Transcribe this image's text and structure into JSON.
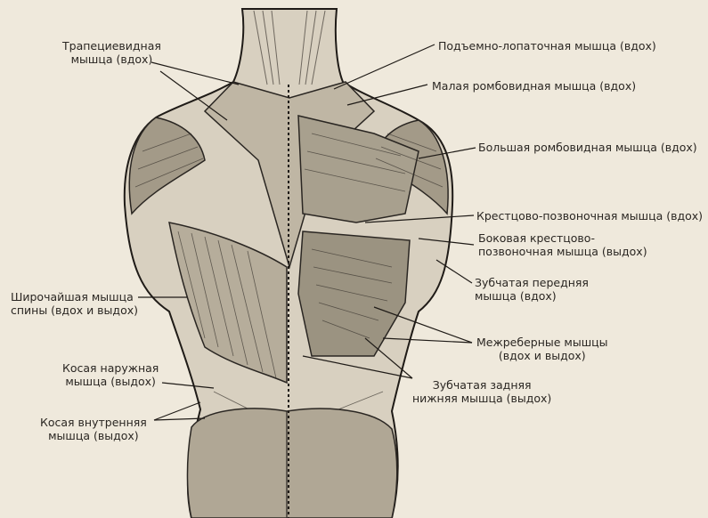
{
  "labels": {
    "trapezius": {
      "line1": "Трапециевидная",
      "line2": "мышца (вдох)"
    },
    "levator_scapulae": "Подъемно-лопаточная мышца (вдох)",
    "rhomboid_minor": "Малая ромбовидная мышца (вдох)",
    "rhomboid_major": "Большая ромбовидная мышца (вдох)",
    "erector_spinae": "Крестцово-позвоночная мышца (вдох)",
    "lateral_erector": {
      "line1": "Боковая крестцово-",
      "line2": "позвоночная мышца (выдох)"
    },
    "serratus_anterior": {
      "line1": "Зубчатая передняя",
      "line2": "мышца (вдох)"
    },
    "latissimus": {
      "line1": "Широчайшая мышца",
      "line2": "спины (вдох и выдох)"
    },
    "intercostal": {
      "line1": "Межреберные мышцы",
      "line2": "(вдох и выдох)"
    },
    "external_oblique": {
      "line1": "Косая наружная",
      "line2": "мышца (выдох)"
    },
    "serratus_posterior": {
      "line1": "Зубчатая задняя",
      "line2": "нижняя мышца (выдох)"
    },
    "internal_oblique": {
      "line1": "Косая внутренняя",
      "line2": "мышца (выдох)"
    }
  },
  "colors": {
    "paper": "#efe9dc",
    "ink": "#2a2622",
    "muscle": "#8a8378",
    "shade": "#5a544c"
  }
}
